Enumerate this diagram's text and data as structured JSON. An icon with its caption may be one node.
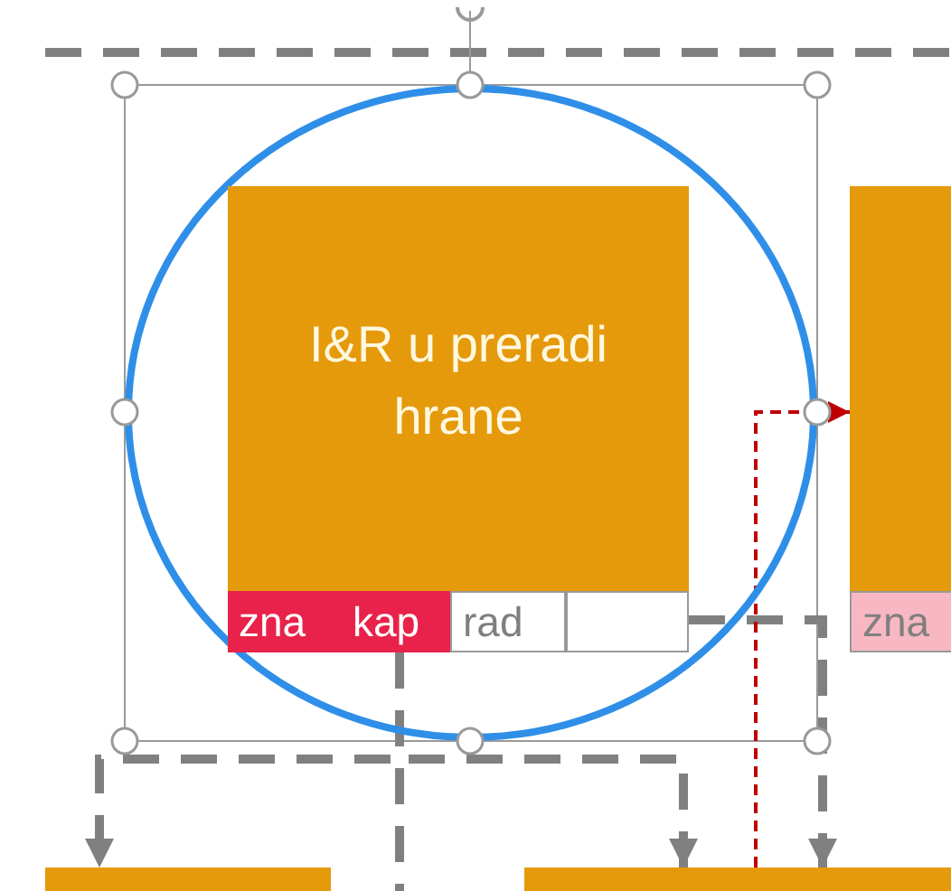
{
  "diagram": {
    "nodes": [
      {
        "text": [],
        "shape": "circle"
      },
      {
        "text": [
          "I&R u preradi hrane"
        ],
        "in": 0
      },
      {
        "text": [
          "zna"
        ],
        "in": 0
      },
      {
        "text": [
          "kap"
        ],
        "in": 0
      },
      {
        "text": [
          "rad"
        ],
        "in": 0
      },
      {
        "text": [],
        "shape": "box",
        "in": 0
      },
      {
        "text": [],
        "shape": "box"
      },
      {
        "text": [
          "zna"
        ]
      },
      {
        "text": [],
        "shape": "box"
      },
      {
        "text": [],
        "shape": "box"
      }
    ],
    "edges": [
      {
        "from": 3,
        "to": 8,
        "arrow": "to",
        "style": "dashed"
      },
      {
        "from": 3,
        "to": 9,
        "arrow": "to",
        "style": "dashed"
      },
      {
        "from": 5,
        "to": 9,
        "arrow": "to",
        "style": "dashed"
      },
      {
        "from": 3,
        "to": null,
        "arrow": "none",
        "style": "dashed"
      },
      {
        "from": 9,
        "to": 6,
        "arrow": "to",
        "style": "dashed",
        "color": "#c00000"
      }
    ]
  }
}
